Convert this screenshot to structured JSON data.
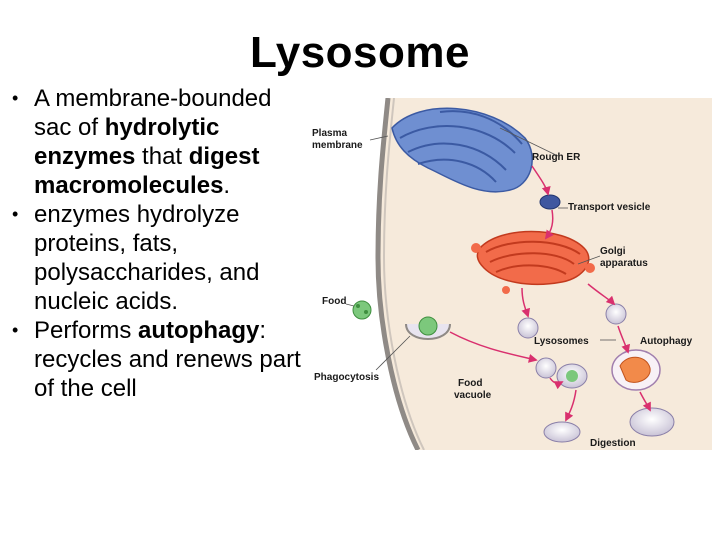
{
  "title": "Lysosome",
  "bullets": [
    {
      "parts": [
        {
          "text": "A membrane-bounded sac of ",
          "bold": false
        },
        {
          "text": "hydrolytic enzymes",
          "bold": true
        },
        {
          "text": " that ",
          "bold": false
        },
        {
          "text": "digest macromolecules",
          "bold": true
        },
        {
          "text": ".",
          "bold": false
        }
      ]
    },
    {
      "parts": [
        {
          "text": "enzymes hydrolyze proteins, fats, polysaccharides, and nucleic acids.",
          "bold": false
        }
      ]
    },
    {
      "parts": [
        {
          "text": "Performs ",
          "bold": false
        },
        {
          "text": "autophagy",
          "bold": true
        },
        {
          "text": ": recycles and renews part of the cell",
          "bold": false
        }
      ]
    }
  ],
  "figure": {
    "labels": {
      "plasma_membrane_1": "Plasma",
      "plasma_membrane_2": "membrane",
      "rough_er": "Rough ER",
      "transport_vesicle": "Transport vesicle",
      "golgi_1": "Golgi",
      "golgi_2": "apparatus",
      "food": "Food",
      "lysosomes": "Lysosomes",
      "autophagy": "Autophagy",
      "phagocytosis": "Phagocytosis",
      "food_vacuole_1": "Food",
      "food_vacuole_2": "vacuole",
      "digestion": "Digestion"
    },
    "colors": {
      "cytoplasm": "#f6eadb",
      "er": "#5b7fc4",
      "golgi": "#ee5a3a",
      "arrow": "#d9306e",
      "food": "#7cc87c"
    }
  }
}
